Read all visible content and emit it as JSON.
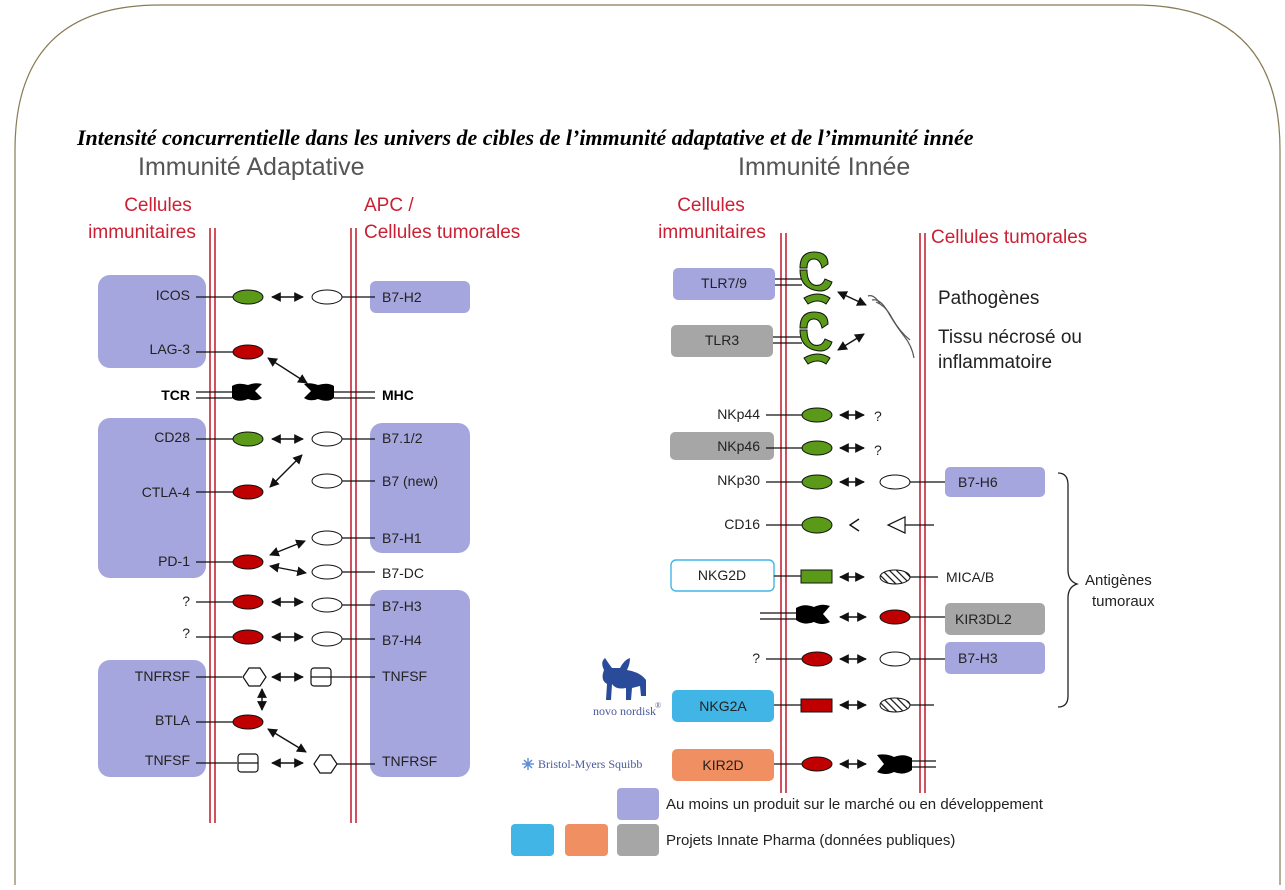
{
  "caption": "Intensité concurrentielle dans les univers de cibles de l’immunité adaptative et de l’immunité innée",
  "colors": {
    "frame": "#8a7a55",
    "membrane": "#c0182a",
    "heading_red": "#cc1f33",
    "lavender": "#a6a6de",
    "gray": "#a6a6a6",
    "cyan": "#41b6e6",
    "salmon": "#ef8f62",
    "green": "#5a9a18",
    "red_receptor": "#c00000"
  },
  "adaptive": {
    "title": "Immunité Adaptative",
    "left_header_1": "Cellules",
    "left_header_2": "immunitaires",
    "right_header_1": "APC /",
    "right_header_2": "Cellules tumorales",
    "receptors": {
      "icos": "ICOS",
      "lag3": "LAG-3",
      "tcr": "TCR",
      "cd28": "CD28",
      "ctla4": "CTLA-4",
      "pd1": "PD-1",
      "q1": "?",
      "q2": "?",
      "tnfrsf": "TNFRSF",
      "btla": "BTLA",
      "tnfsf": "TNFSF"
    },
    "ligands": {
      "b7h2": "B7-H2",
      "mhc": "MHC",
      "b712": "B7.1/2",
      "b7new": "B7 (new)",
      "b7h1": "B7-H1",
      "b7dc": "B7-DC",
      "b7h3": "B7-H3",
      "b7h4": "B7-H4",
      "tnfsf": "TNFSF",
      "tnfrsf": "TNFRSF"
    }
  },
  "innate": {
    "title": "Immunité Innée",
    "left_header_1": "Cellules",
    "left_header_2": "immunitaires",
    "right_header": "Cellules tumorales",
    "receptors": {
      "tlr79": "TLR7/9",
      "tlr3": "TLR3",
      "nkp44": "NKp44",
      "nkp46": "NKp46",
      "nkp30": "NKp30",
      "cd16": "CD16",
      "nkg2d": "NKG2D",
      "q": "?",
      "q44": "?",
      "q46": "?",
      "nkg2a": "NKG2A",
      "kir2d": "KIR2D"
    },
    "pathogens": "Pathogènes",
    "tissue_1": "Tissu nécrosé ou",
    "tissue_2": "inflammatoire",
    "ligands": {
      "b7h6": "B7-H6",
      "mica": "MICA/B",
      "kir3dl2": "KIR3DL2",
      "b7h3": "B7-H3"
    },
    "antigens_1": "Antigènes",
    "antigens_2": "tumoraux"
  },
  "logos": {
    "novo": "novo nordisk",
    "novo_mark": "®",
    "bms": "Bristol-Myers Squibb"
  },
  "legend": {
    "item1": "Au moins un produit sur le marché ou en développement",
    "item2": "Projets Innate Pharma (données publiques)"
  }
}
